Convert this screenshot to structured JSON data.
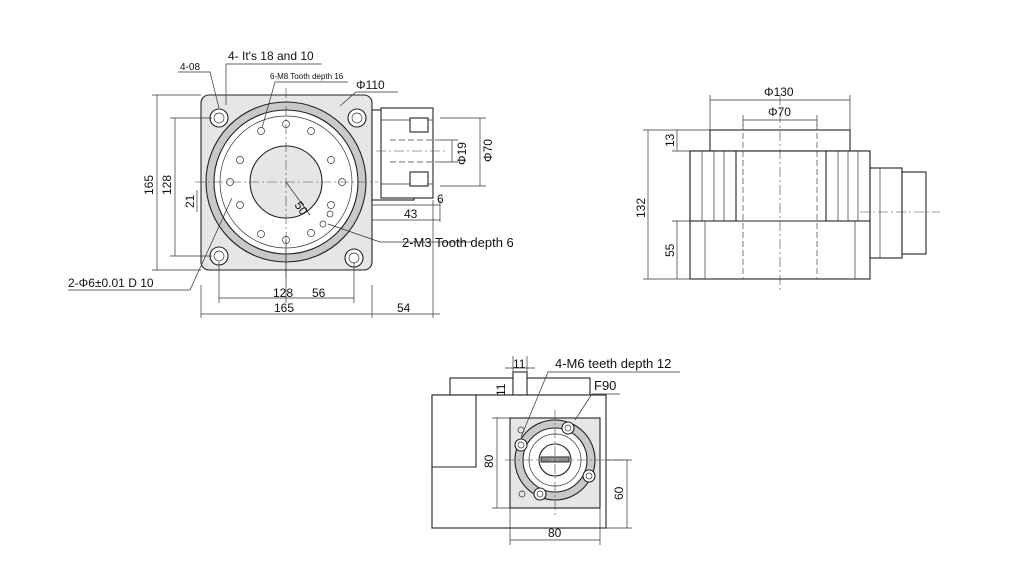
{
  "top_view": {
    "callout_holes": "4- It's 18 and 10",
    "callout_corner": "4-08",
    "callout_tooth16": "6-M8 Tooth depth 16",
    "dia_110": "Φ110",
    "dia_19": "Φ19",
    "dia_70": "Φ70",
    "dim_165_v": "165",
    "dim_128_v": "128",
    "dim_21": "21",
    "dim_50": "50",
    "dim_43": "43",
    "dim_6": "6",
    "callout_m3": "2-M3 Tooth depth 6",
    "callout_pin": "2-Φ6±0.01 D 10",
    "dim_128_h": "128",
    "dim_56": "56",
    "dim_165_h": "165",
    "dim_54": "54"
  },
  "side_view": {
    "dia_130": "Φ130",
    "dia_70": "Φ70",
    "dim_13": "13",
    "dim_132": "132",
    "dim_55": "55"
  },
  "bottom_view": {
    "dim_11_top": "11",
    "dim_11_side": "11",
    "callout_m6": "4-M6 teeth depth 12",
    "flange": "F90",
    "dim_80_v": "80",
    "dim_60": "60",
    "dim_80_h": "80"
  }
}
